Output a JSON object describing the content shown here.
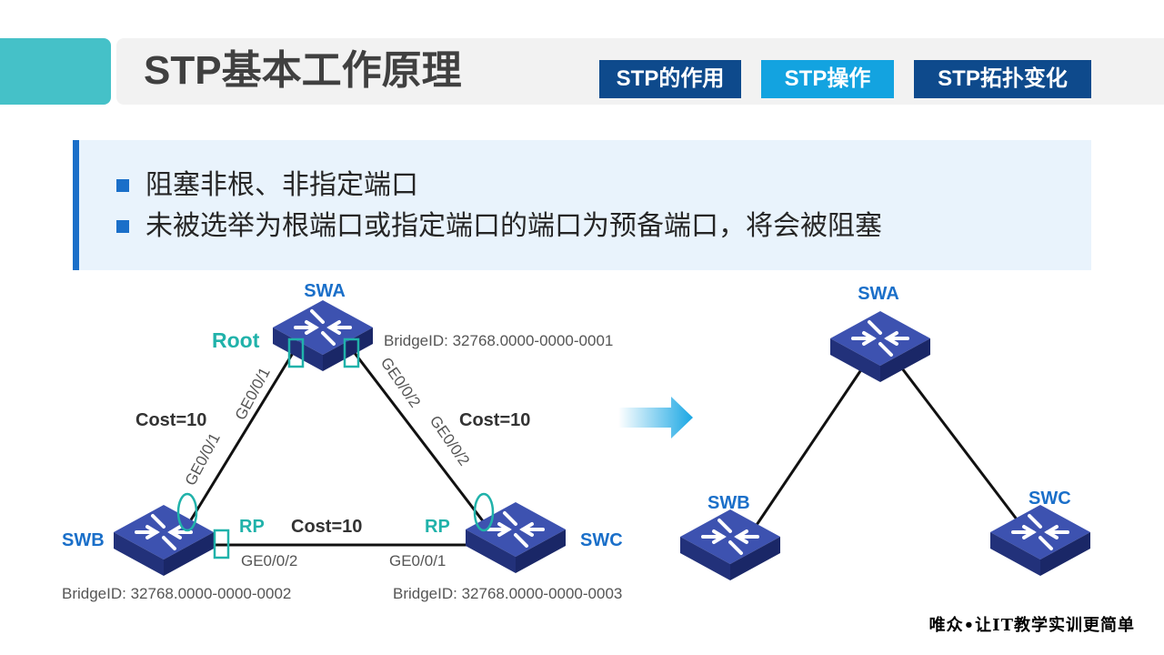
{
  "header": {
    "title": "STP基本工作原理",
    "tabs": [
      {
        "label": "STP的作用"
      },
      {
        "label": "STP操作"
      },
      {
        "label": "STP拓扑变化"
      }
    ]
  },
  "bullets": [
    "阻塞非根、非指定端口",
    "未被选举为根端口或指定端口的端口为预备端口，将会被阻塞"
  ],
  "left_topology": {
    "switches": {
      "swa": {
        "name": "SWA",
        "role": "Root",
        "bridge_id": "BridgeID: 32768.0000-0000-0001"
      },
      "swb": {
        "name": "SWB",
        "bridge_id": "BridgeID: 32768.0000-0000-0002"
      },
      "swc": {
        "name": "SWC",
        "bridge_id": "BridgeID: 32768.0000-0000-0003"
      }
    },
    "links": {
      "ab": {
        "cost": "Cost=10",
        "port_a": "GE0/0/1",
        "port_b": "GE0/0/1"
      },
      "ac": {
        "cost": "Cost=10",
        "port_a": "GE0/0/2",
        "port_c": "GE0/0/2"
      },
      "bc": {
        "cost": "Cost=10",
        "port_b": "GE0/0/2",
        "port_c": "GE0/0/1"
      }
    },
    "port_roles": {
      "swb_rp": "RP",
      "swc_rp": "RP"
    }
  },
  "right_topology": {
    "swa": "SWA",
    "swb": "SWB",
    "swc": "SWC"
  },
  "footer": "唯众•让IT教学实训更简单",
  "colors": {
    "accent": "#45c1c8",
    "tab_dark": "#0e4a8c",
    "tab_light": "#13a3e0",
    "switch": "#2b3f95",
    "label_blue": "#1a6fc9",
    "teal": "#20b2aa"
  }
}
